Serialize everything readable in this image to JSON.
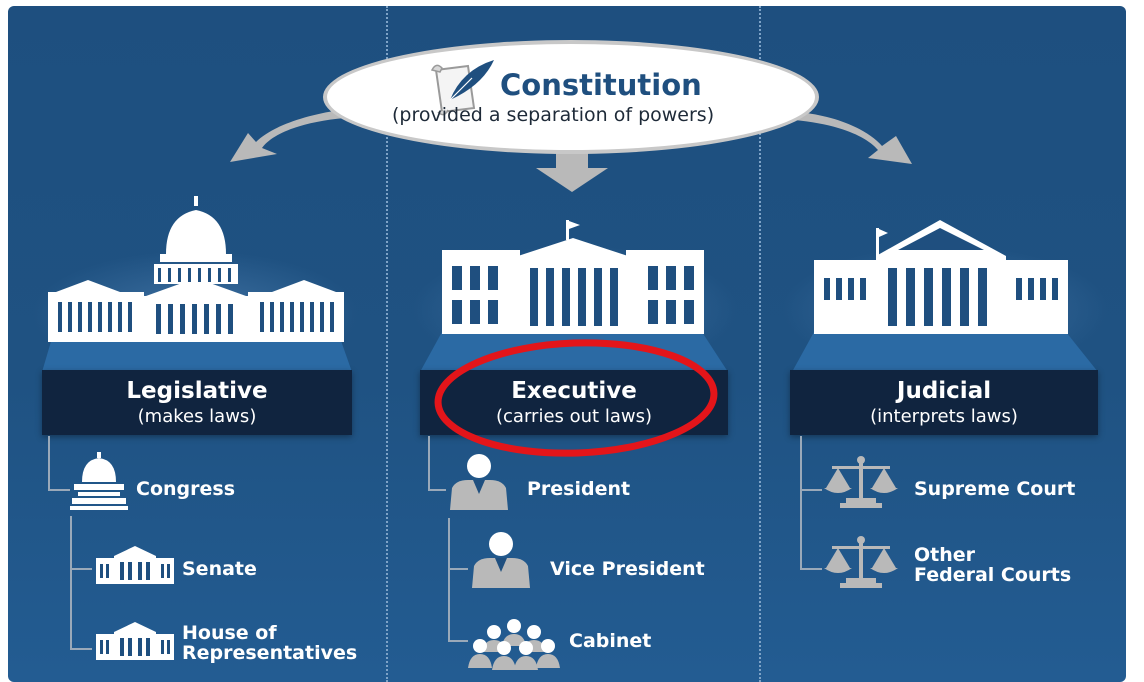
{
  "constitution": {
    "title": "Constitution",
    "subtitle": "(provided a separation of powers)"
  },
  "branches": {
    "legislative": {
      "title": "Legislative",
      "subtitle": "(makes laws)",
      "members": [
        "Congress",
        "Senate",
        "House of",
        "Representatives"
      ]
    },
    "executive": {
      "title": "Executive",
      "subtitle": "(carries out laws)",
      "highlighted": true,
      "members": [
        "President",
        "Vice President",
        "Cabinet"
      ]
    },
    "judicial": {
      "title": "Judicial",
      "subtitle": "(interprets laws)",
      "members": [
        "Supreme Court",
        "Other",
        "Federal Courts"
      ]
    }
  },
  "colors": {
    "background": "#1f5282",
    "label_box": "#10243f",
    "title_text": "#1f4f7f",
    "highlight_ring": "#e3151a",
    "arrows": "#b9b9b9"
  },
  "icons": [
    "quill-scroll-icon",
    "capitol-icon",
    "white-house-icon",
    "supreme-court-icon",
    "congress-dome-icon",
    "senate-building-icon",
    "house-building-icon",
    "person-icon",
    "cabinet-group-icon",
    "scales-of-justice-icon"
  ]
}
